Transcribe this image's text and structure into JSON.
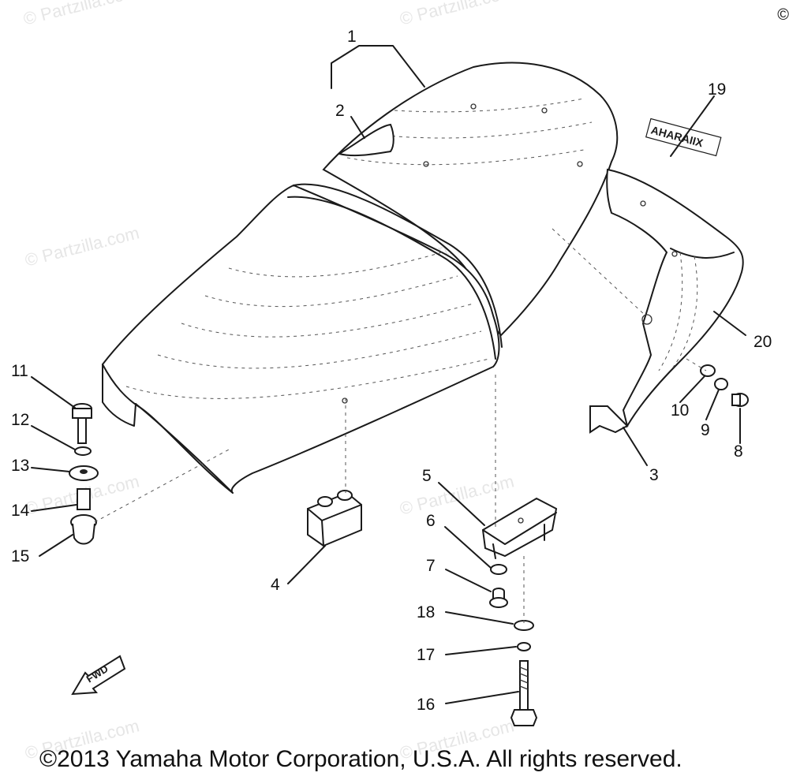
{
  "watermark": "© Partzilla.com",
  "corner_mark": "©",
  "copyright": "©2013 Yamaha Motor Corporation, U.S.A. All rights reserved.",
  "decal_text": "AHARAIIX",
  "fwd_text": "FWD",
  "callouts": [
    "1",
    "2",
    "3",
    "4",
    "5",
    "6",
    "7",
    "8",
    "9",
    "10",
    "11",
    "12",
    "13",
    "14",
    "15",
    "16",
    "17",
    "18",
    "19",
    "20"
  ],
  "colors": {
    "ink": "#1a1a1a",
    "watermark": "#e6e6e6",
    "background": "#ffffff"
  }
}
